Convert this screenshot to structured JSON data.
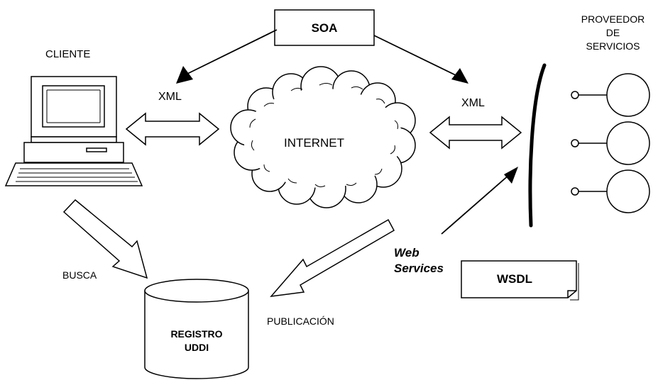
{
  "labels": {
    "soa": "SOA",
    "cliente": "CLIENTE",
    "proveedor": [
      "PROVEEDOR",
      "DE",
      "SERVICIOS"
    ],
    "xml_left": "XML",
    "xml_right": "XML",
    "internet": "INTERNET",
    "busca": "BUSCA",
    "registro": [
      "REGISTRO",
      "UDDI"
    ],
    "publicacion": "PUBLICACIÓN",
    "web_services": [
      "Web",
      "Services"
    ],
    "wsdl": "WSDL"
  },
  "colors": {
    "stroke": "#000000",
    "fill": "#ffffff"
  }
}
